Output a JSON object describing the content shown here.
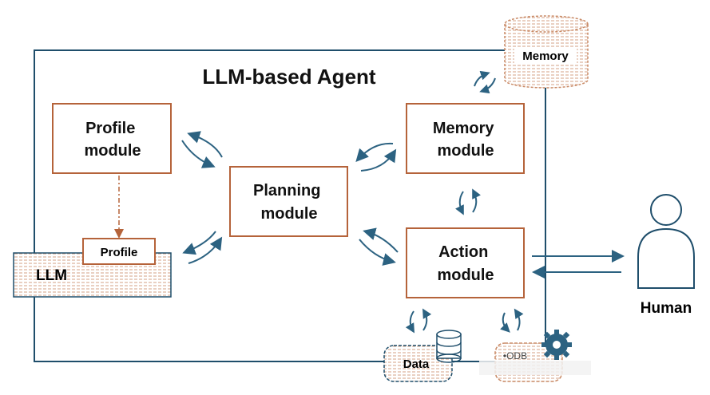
{
  "title": "LLM-based Agent",
  "modules": {
    "profile": [
      "Profile",
      "module"
    ],
    "planning": [
      "Planning",
      "module"
    ],
    "memory": [
      "Memory",
      "module"
    ],
    "action": [
      "Action",
      "module"
    ]
  },
  "llm": {
    "label": "LLM",
    "profile_tab": "Profile"
  },
  "external": {
    "memory_store": "Memory",
    "data_store": "Data",
    "tool_label": "•ODB",
    "human": "Human"
  },
  "colors": {
    "module_border": "#b5633a",
    "frame": "#1f4e6b",
    "arrow": "#2c6281",
    "dashed": "#b5633a",
    "hatch": "#d98a5a"
  }
}
